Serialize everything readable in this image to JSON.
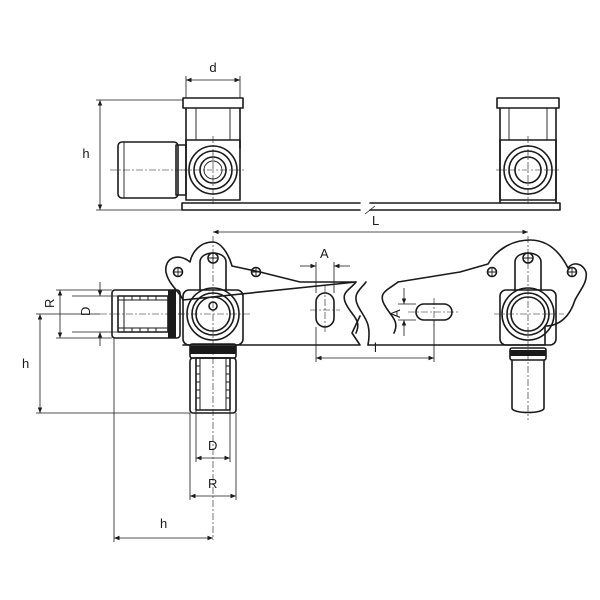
{
  "labels": {
    "top_width": "d",
    "top_height": "h",
    "top_length": "L",
    "slot_width": "A",
    "slot_height": "A",
    "slot_length": "l",
    "left_outer": "R",
    "left_inner": "D",
    "left_height": "h",
    "bottom_inner": "D",
    "bottom_outer": "R",
    "bottom_height": "h"
  }
}
